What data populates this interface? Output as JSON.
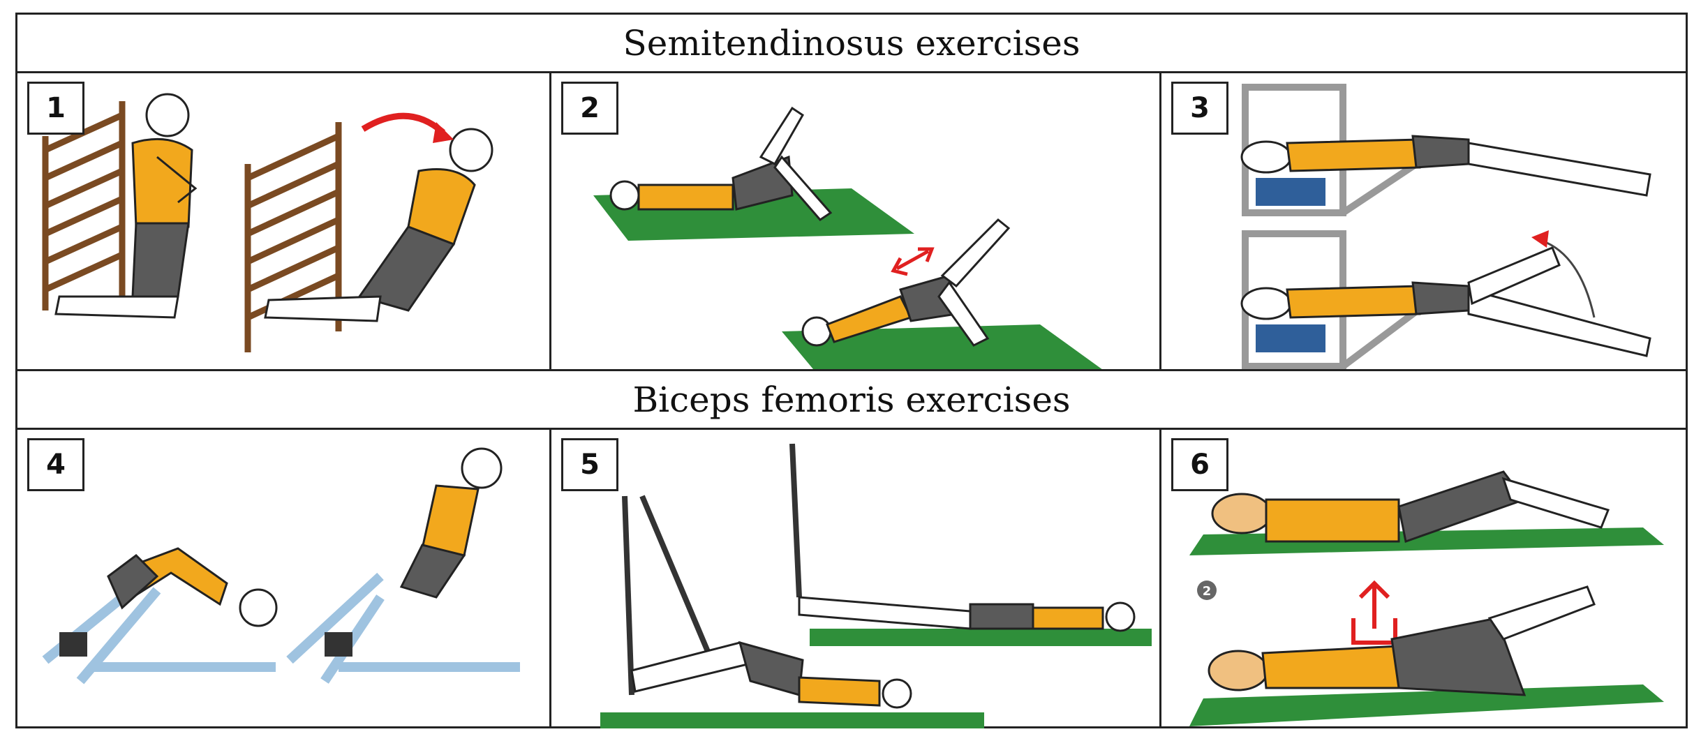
{
  "headers": {
    "top": "Semitendinosus exercises",
    "bottom": "Biceps femoris exercises"
  },
  "panels": [
    {
      "number": "1"
    },
    {
      "number": "2"
    },
    {
      "number": "3"
    },
    {
      "number": "4"
    },
    {
      "number": "5"
    },
    {
      "number": "6"
    },
    {
      "step_badge": "2"
    }
  ],
  "colors": {
    "shirt": "#f2a81d",
    "shorts": "#5a5a5a",
    "mat": "#2f8f3a",
    "wood": "#7a4a22",
    "bench": "#9fc3e0",
    "arrow": "#e02020",
    "skin": "#ffffff"
  }
}
